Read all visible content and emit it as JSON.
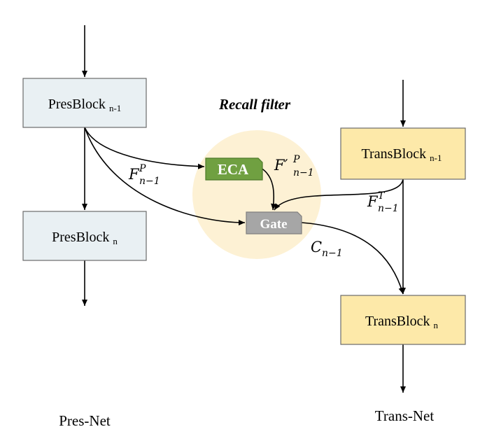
{
  "recall_filter": {
    "title": "Recall filter",
    "eca_label": "ECA",
    "gate_label": "Gate"
  },
  "pres_net": {
    "label": "Pres-Net",
    "block_prev": {
      "name": "PresBlock",
      "sub": "n-1"
    },
    "block_cur": {
      "name": "PresBlock",
      "sub": "n"
    }
  },
  "trans_net": {
    "label": "Trans-Net",
    "block_prev": {
      "name": "TransBlock",
      "sub": "n-1"
    },
    "block_cur": {
      "name": "TransBlock",
      "sub": "n"
    }
  },
  "symbols": {
    "f_pres": {
      "base": "F",
      "sup": "P",
      "sub": "n−1"
    },
    "f_pres_prime": {
      "base": "F′",
      "sup": "P",
      "sub": "n−1"
    },
    "f_trans": {
      "base": "F",
      "sup": "T",
      "sub": "n−1"
    },
    "c": {
      "base": "C",
      "sub": "n−1"
    }
  },
  "colors": {
    "pres_block_fill": "#e9f0f3",
    "trans_block_fill": "#fde9a9",
    "block_stroke": "#6b6b6b",
    "eca_fill": "#70a041",
    "eca_stroke": "#4d7a2a",
    "gate_fill": "#a6a6a6",
    "gate_stroke": "#7f7f7f",
    "filter_bg": "#fdf1d4",
    "line": "#000000"
  }
}
